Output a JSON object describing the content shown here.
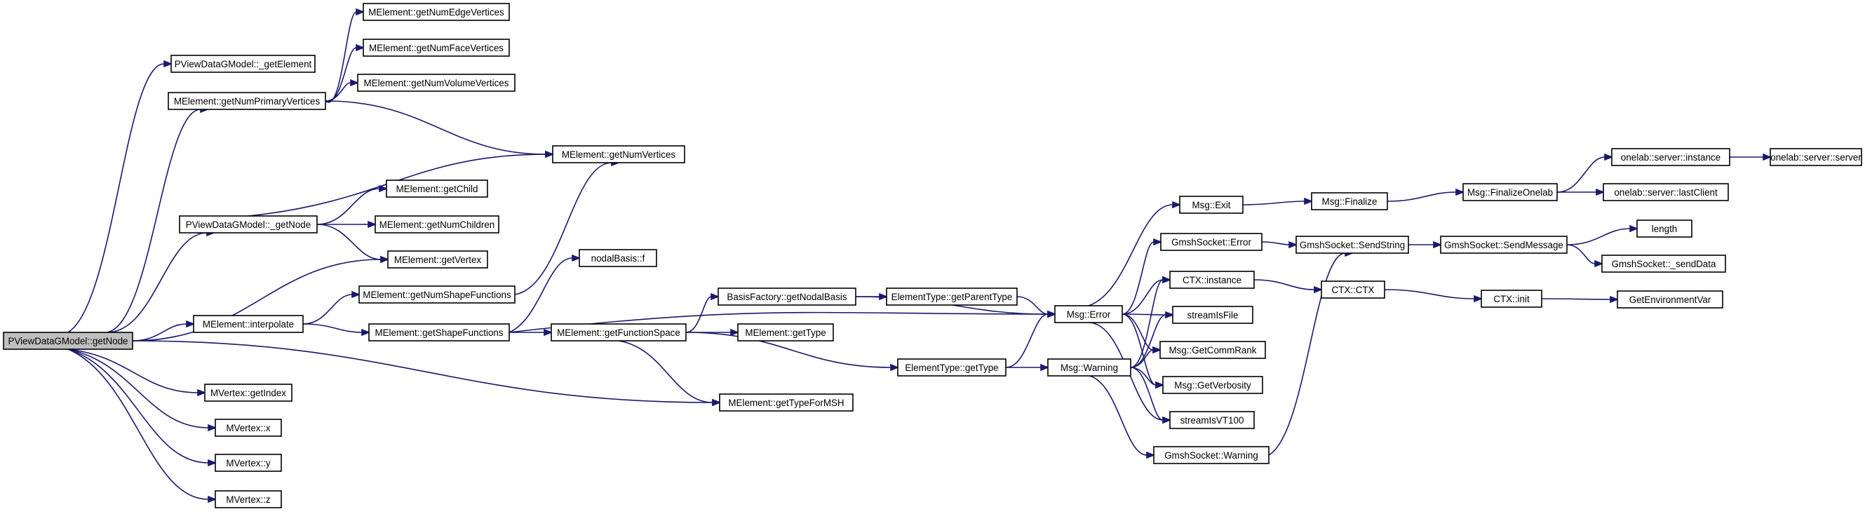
{
  "nodes": {
    "root": "PViewDataGModel::getNode",
    "getElement": "PViewDataGModel::_getElement",
    "getNumPrimaryVertices": "MElement::getNumPrimaryVertices",
    "getNumEdgeVertices": "MElement::getNumEdgeVertices",
    "getNumFaceVertices": "MElement::getNumFaceVertices",
    "getNumVolumeVertices": "MElement::getNumVolumeVertices",
    "getNumVertices": "MElement::getNumVertices",
    "_getNode": "PViewDataGModel::_getNode",
    "getChild": "MElement::getChild",
    "getNumChildren": "MElement::getNumChildren",
    "getVertex": "MElement::getVertex",
    "getNumShapeFunctions": "MElement::getNumShapeFunctions",
    "nodalBasis_f": "nodalBasis::f",
    "interpolate": "MElement::interpolate",
    "getShapeFunctions": "MElement::getShapeFunctions",
    "getFunctionSpace": "MElement::getFunctionSpace",
    "getNodalBasis": "BasisFactory::getNodalBasis",
    "getParentType": "ElementType::getParentType",
    "me_getType": "MElement::getType",
    "et_getType": "ElementType::getType",
    "getTypeForMSH": "MElement::getTypeForMSH",
    "mv_getIndex": "MVertex::getIndex",
    "mv_x": "MVertex::x",
    "mv_y": "MVertex::y",
    "mv_z": "MVertex::z",
    "msg_Error": "Msg::Error",
    "msg_Warning": "Msg::Warning",
    "msg_Exit": "Msg::Exit",
    "msg_Finalize": "Msg::Finalize",
    "msg_FinalizeOnelab": "Msg::FinalizeOnelab",
    "server_instance": "onelab::server::instance",
    "server_server": "onelab::server::server",
    "server_lastClient": "onelab::server::lastClient",
    "gs_Error": "GmshSocket::Error",
    "gs_SendString": "GmshSocket::SendString",
    "gs_SendMessage": "GmshSocket::SendMessage",
    "length": "length",
    "gs_sendData": "GmshSocket::_sendData",
    "ctx_instance": "CTX::instance",
    "ctx_CTX": "CTX::CTX",
    "ctx_init": "CTX::init",
    "getEnvVar": "GetEnvironmentVar",
    "streamIsFile": "streamIsFile",
    "getCommRank": "Msg::GetCommRank",
    "getVerbosity": "Msg::GetVerbosity",
    "streamIsVT100": "streamIsVT100",
    "gs_Warning": "GmshSocket::Warning"
  },
  "colors": {
    "edge": "#191970",
    "node_border": "#000000",
    "root_fill": "#bfbfbf",
    "node_fill": "#ffffff"
  }
}
